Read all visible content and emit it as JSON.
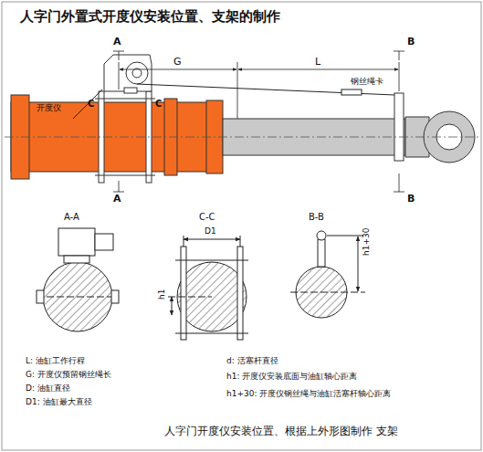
{
  "diagram": {
    "title": "人字门外置式开度仪安装位置、支架的制作",
    "caption": "人字门开度仪安装位置、根据上外形图制作 支架",
    "labels": [
      "A",
      "A",
      "G",
      "L",
      "B",
      "B",
      "C",
      "C",
      "开度仪",
      "钢丝绳卡",
      "A-A",
      "C-C",
      "B-B",
      "D1",
      "h1",
      "h1+30",
      "L: 油缸工作行程",
      "G: 开度仪预留钢丝绳长",
      "D: 油缸直径",
      "D1: 油缸最大直径",
      "d: 活塞杆直径",
      "h1: 开度仪安装底面与油缸轴心距离",
      "h1+30: 开度仪钢丝绳与油缸活塞杆轴心距离"
    ]
  }
}
